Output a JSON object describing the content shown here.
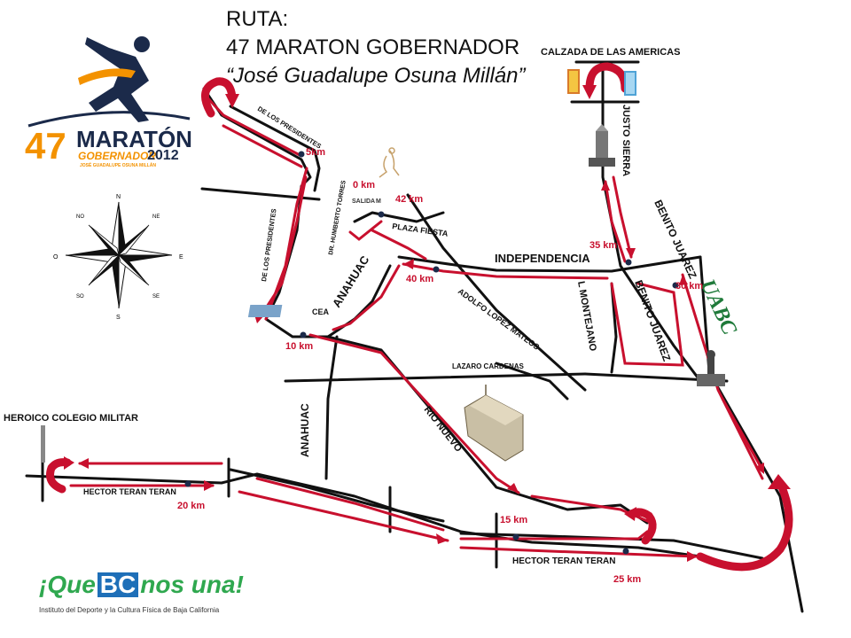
{
  "title": {
    "line1": "RUTA:",
    "line2": "47 MARATON GOBERNADOR",
    "line3": "“José Guadalupe Osuna Millán”"
  },
  "logo": {
    "number": "47",
    "word": "MARATÓN",
    "sub_word": "GOBERNADOR",
    "year": "2012",
    "subtitle": "JOSÉ GUADALUPE OSUNA MILLÁN"
  },
  "compass": {
    "n": "N",
    "ne": "NE",
    "e": "E",
    "se": "SE",
    "s": "S",
    "so": "SO",
    "o": "O",
    "no": "NO"
  },
  "streets": {
    "calzada": "CALZADA DE LAS AMERICAS",
    "justo_sierra": "JUSTO SIERRA",
    "benito_juarez_1": "BENITO JUAREZ",
    "benito_juarez_2": "BENITO JUAREZ",
    "independencia": "INDEPENDENCIA",
    "monteano": "L MONTEJANO",
    "adolfo": "ADOLFO LOPEZ MATEOS",
    "lazaro": "LAZARO CARDENAS",
    "anahuac_1": "ANAHUAC",
    "anahuac_2": "ANAHUAC",
    "rio_nuevo": "RIO NUEVO",
    "presidentes_1": "DE LOS PRESIDENTES",
    "presidentes_2": "DE LOS PRESIDENTES",
    "humberto": "DR. HUMBERTO TORRES",
    "plaza_fiesta": "PLAZA FIESTA",
    "heroico": "HEROICO COLEGIO MILITAR",
    "hector_1": "HECTOR TERAN TERAN",
    "hector_2": "HECTOR TERAN TERAN",
    "salida": "SALIDA",
    "meta": "M",
    "cea": "CEA",
    "uabc": "UABC"
  },
  "km": {
    "k0": "0 km",
    "k5": "5km",
    "k10": "10 km",
    "k15": "15 km",
    "k20": "20 km",
    "k25": "25 km",
    "k30": "30 km",
    "k35": "35 km",
    "k40": "40 km",
    "k42": "42 km"
  },
  "footer": {
    "slogan_pre": "¡Que",
    "slogan_bc": "BC",
    "slogan_post": "nos una!",
    "institute": "Instituto del Deporte y la Cultura Física de Baja California"
  },
  "colors": {
    "route": "#c8102e",
    "road": "#111111",
    "accent_orange": "#f39200",
    "navy": "#1b2a4a",
    "slogan_green": "#2fa84f",
    "bc_blue": "#1e6fb8",
    "uabc_green": "#1f7a3a"
  },
  "icons": [
    "runner-icon",
    "compass-rose-icon",
    "monument-icon",
    "stadium-icon",
    "arrow-icon"
  ]
}
